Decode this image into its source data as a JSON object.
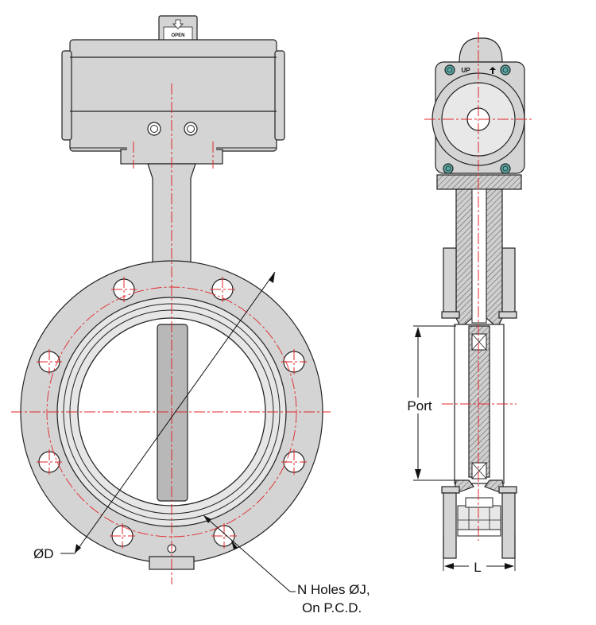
{
  "labels": {
    "diameter": "ØD",
    "holes_line1": "N Holes ØJ,",
    "holes_line2": "On P.C.D.",
    "port": "Port",
    "length": "L",
    "open_marker": "OPEN",
    "up_marker": "UP"
  },
  "colors": {
    "outline": "#222222",
    "centerline": "#e0262a",
    "fill_grey": "#d4d4d4",
    "fill_dark": "#b8b8b8",
    "bolt_teal": "#5aa9a4"
  }
}
